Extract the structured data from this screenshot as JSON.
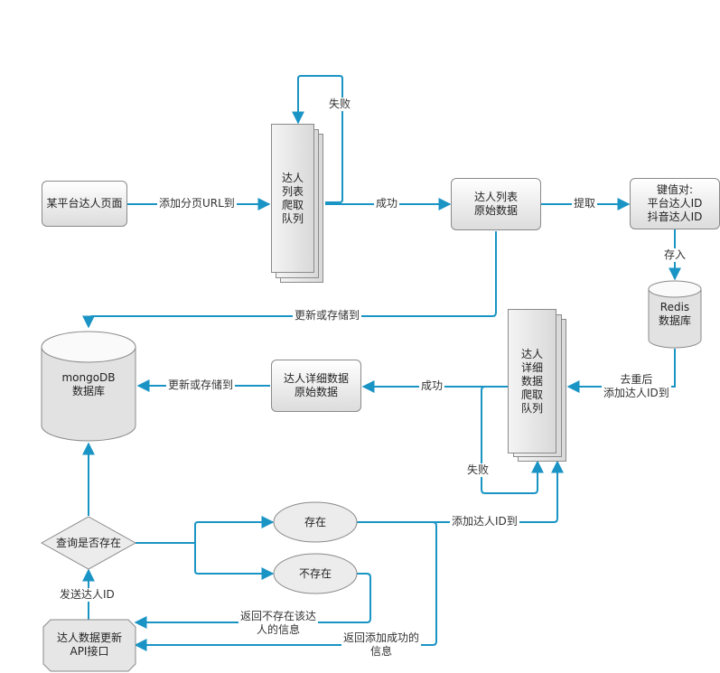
{
  "nodes": {
    "source_page": "某平台达人页面",
    "list_queue": [
      "达人",
      "列表",
      "爬取",
      "队列"
    ],
    "list_raw": [
      "达人列表",
      "原始数据"
    ],
    "kv_pair": [
      "键值对:",
      "平台达人ID",
      "抖音达人ID"
    ],
    "redis_db": [
      "Redis",
      "数据库"
    ],
    "mongo_db": [
      "mongoDB",
      "数据库"
    ],
    "detail_raw": [
      "达人详细数据",
      "原始数据"
    ],
    "detail_queue": [
      "达人",
      "详细",
      "数据",
      "爬取",
      "队列"
    ],
    "query_exists": "查询是否存在",
    "exists": "存在",
    "not_exists": "不存在",
    "api": [
      "达人数据更新",
      "API接口"
    ]
  },
  "edges": {
    "add_page_url": "添加分页URL到",
    "fail_top": "失败",
    "success_top": "成功",
    "extract": "提取",
    "store": "存入",
    "update_store_1": "更新或存储到",
    "dedup_add": [
      "去重后",
      "添加达人ID到"
    ],
    "success_mid": "成功",
    "update_store_2": "更新或存储到",
    "fail_bottom": "失败",
    "add_id": "添加达人ID到",
    "send_id": "发送达人ID",
    "return_not_exist": [
      "返回不存在该达",
      "人的信息"
    ],
    "return_added": [
      "返回添加成功的",
      "信息"
    ]
  },
  "colors": {
    "line": "#1a94c4",
    "box_border": "#8a8a8a"
  }
}
